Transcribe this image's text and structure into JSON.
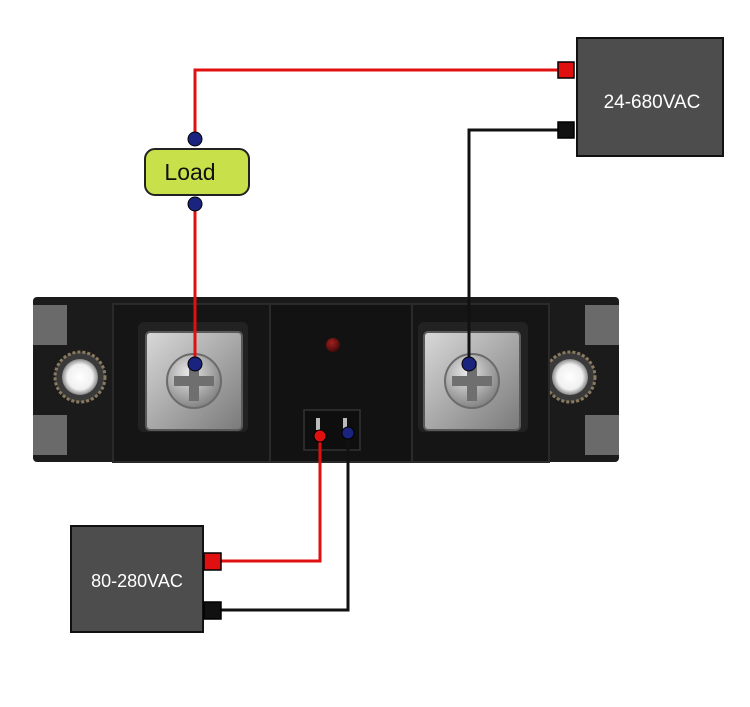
{
  "load": {
    "label": "Load",
    "fill": "#c8e04a"
  },
  "supply_load": {
    "label": "24-680VAC"
  },
  "supply_control": {
    "label": "80-280VAC"
  },
  "colors": {
    "wire_red": "#e01010",
    "wire_black": "#111111",
    "terminal_dot": "#1a237e",
    "box_fill": "#4d4d4d",
    "relay_body": "#1b1b1b"
  },
  "icons": {
    "relay": "solid-state-relay-module",
    "screw": "phillips-screw-icon",
    "led": "indicator-led-icon"
  }
}
